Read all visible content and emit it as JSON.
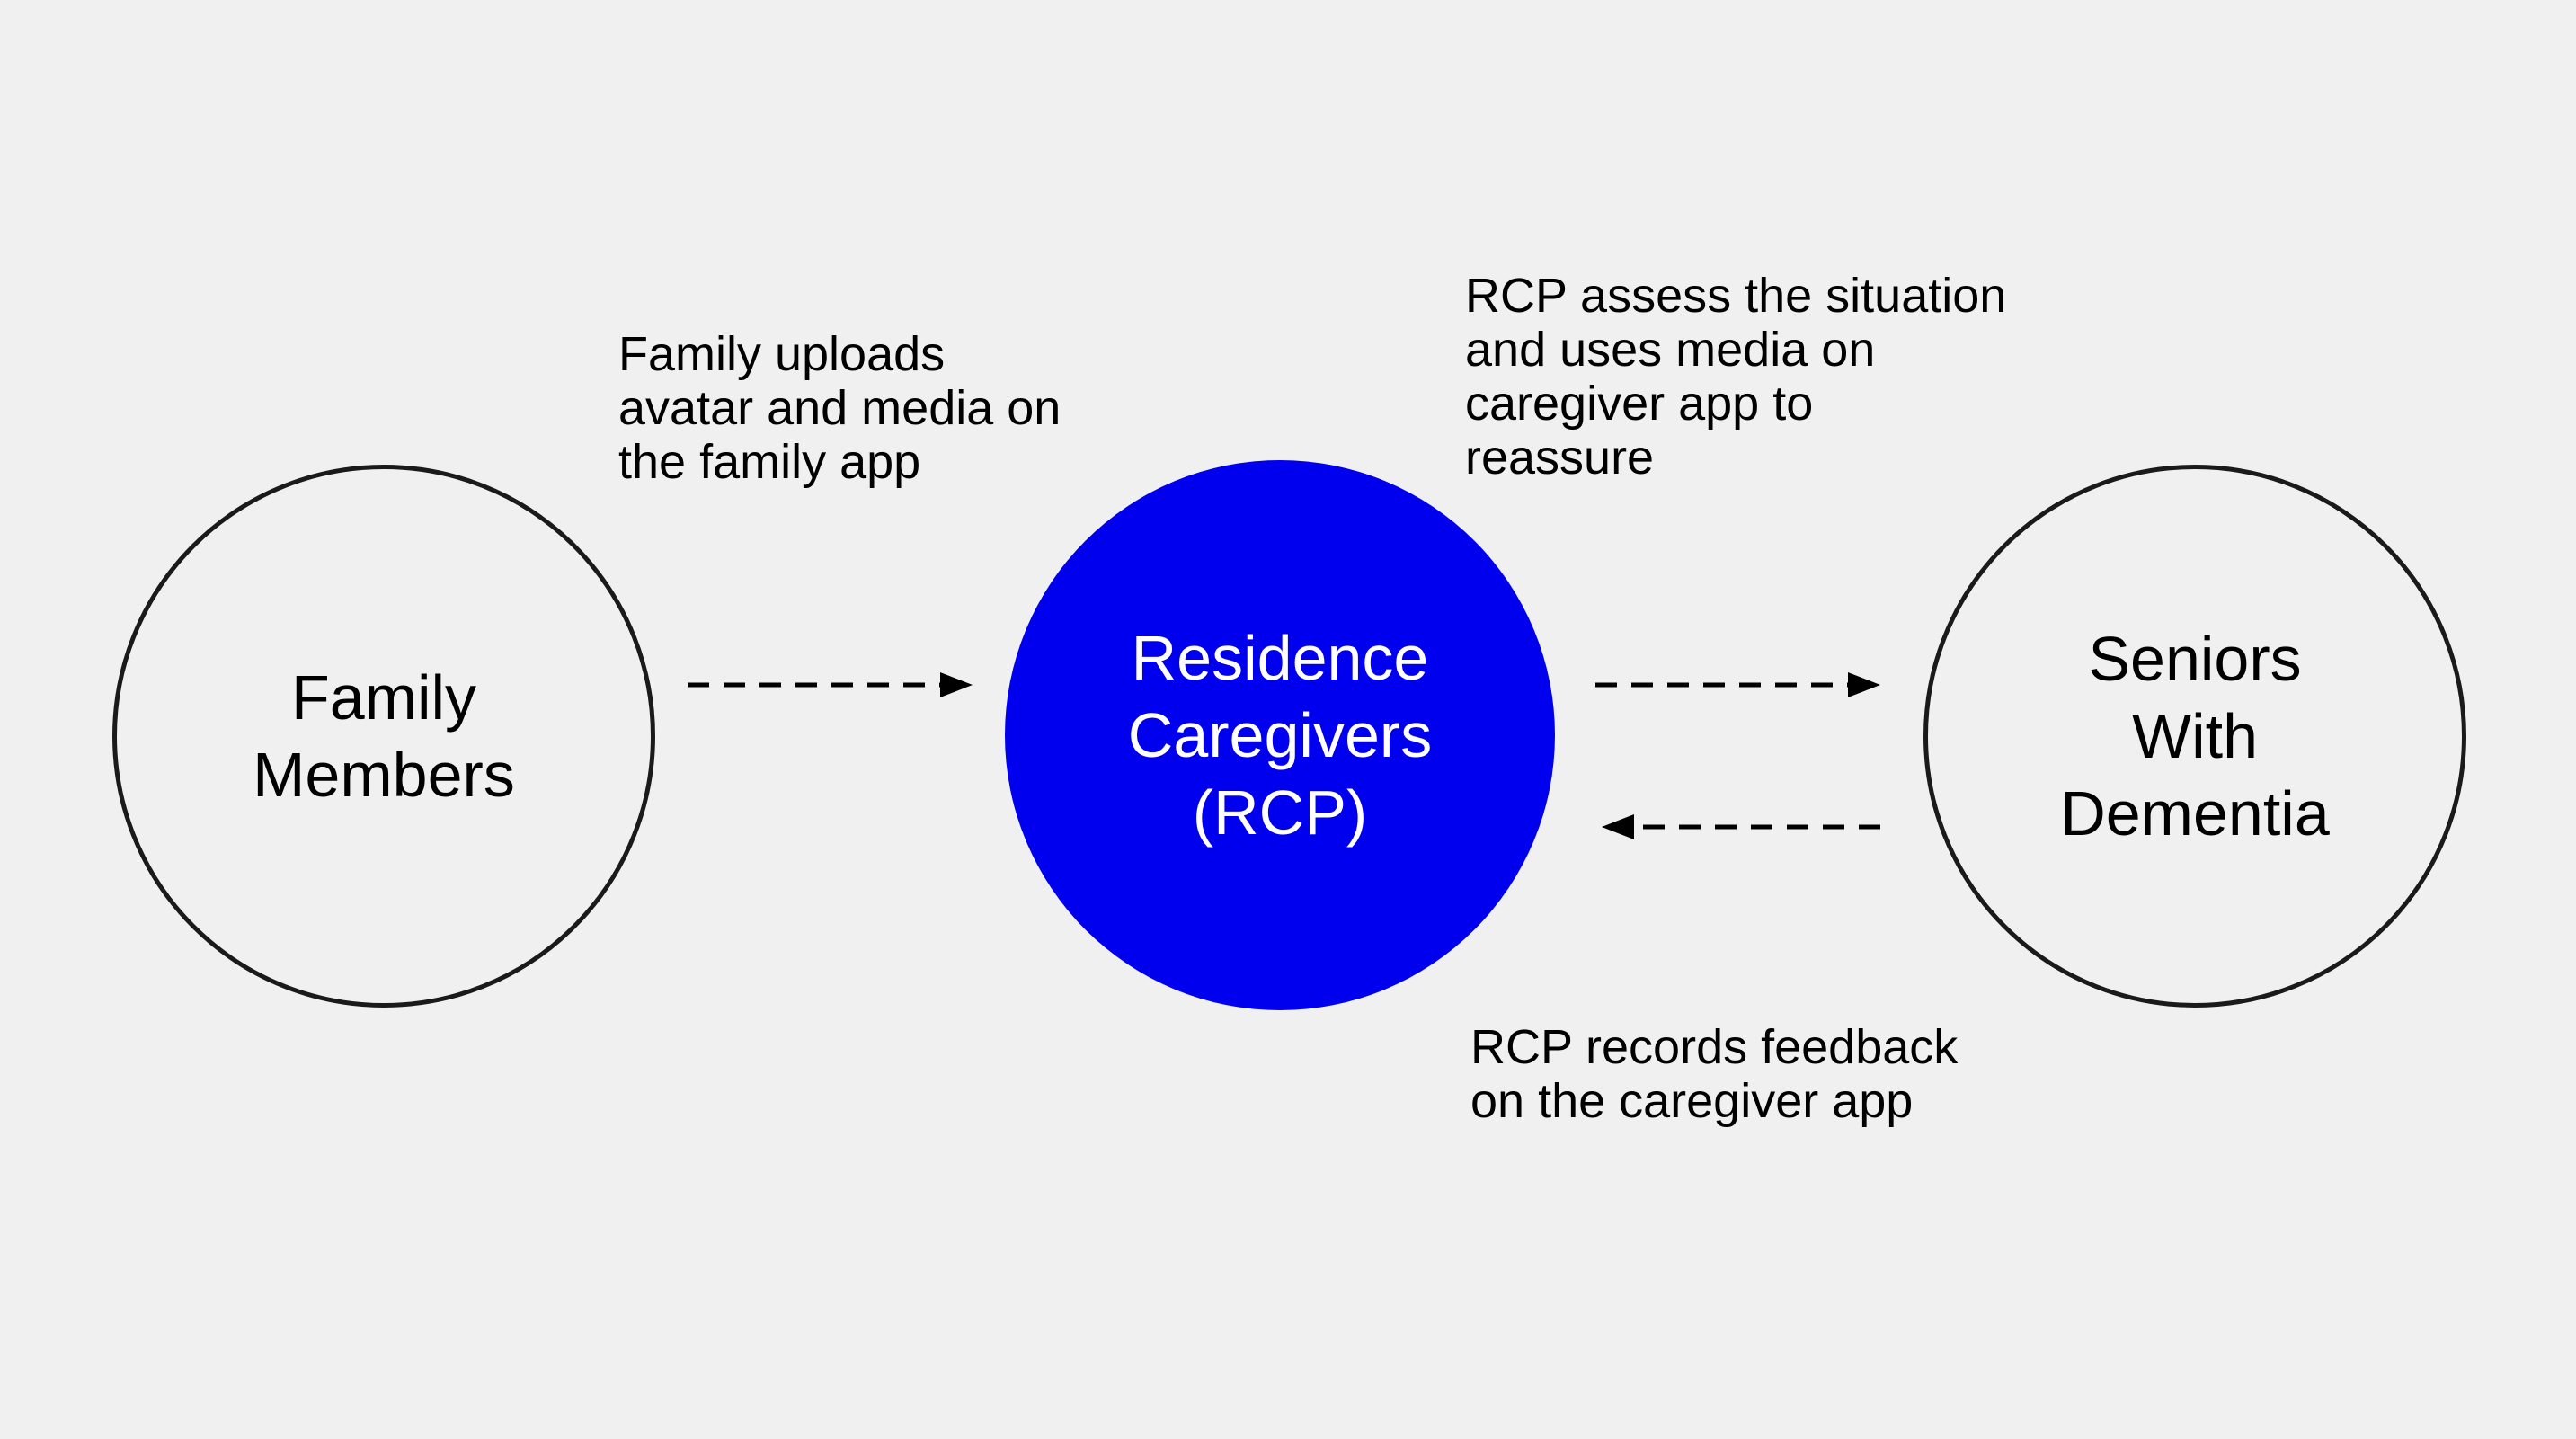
{
  "colors": {
    "background": "#f0f0f0",
    "accent": "#0000ee",
    "stroke": "#1a1a1a"
  },
  "nodes": {
    "family": {
      "lines": [
        "Family",
        "Members"
      ]
    },
    "rcp": {
      "lines": [
        "Residence",
        "Caregivers",
        "(RCP)"
      ]
    },
    "seniors": {
      "lines": [
        "Seniors",
        "With",
        "Dementia"
      ]
    }
  },
  "annotations": {
    "family_upload": {
      "lines": [
        "Family uploads",
        "avatar and media on",
        "the family app"
      ]
    },
    "rcp_assess": {
      "lines": [
        "RCP assess the situation",
        "and uses media on",
        "caregiver app to",
        "reassure"
      ]
    },
    "rcp_feedback": {
      "lines": [
        "RCP records feedback",
        "on the caregiver app"
      ]
    }
  },
  "edges": [
    {
      "from": "family",
      "to": "rcp",
      "style": "dashed"
    },
    {
      "from": "rcp",
      "to": "seniors",
      "style": "dashed"
    },
    {
      "from": "seniors",
      "to": "rcp",
      "style": "dashed"
    }
  ]
}
